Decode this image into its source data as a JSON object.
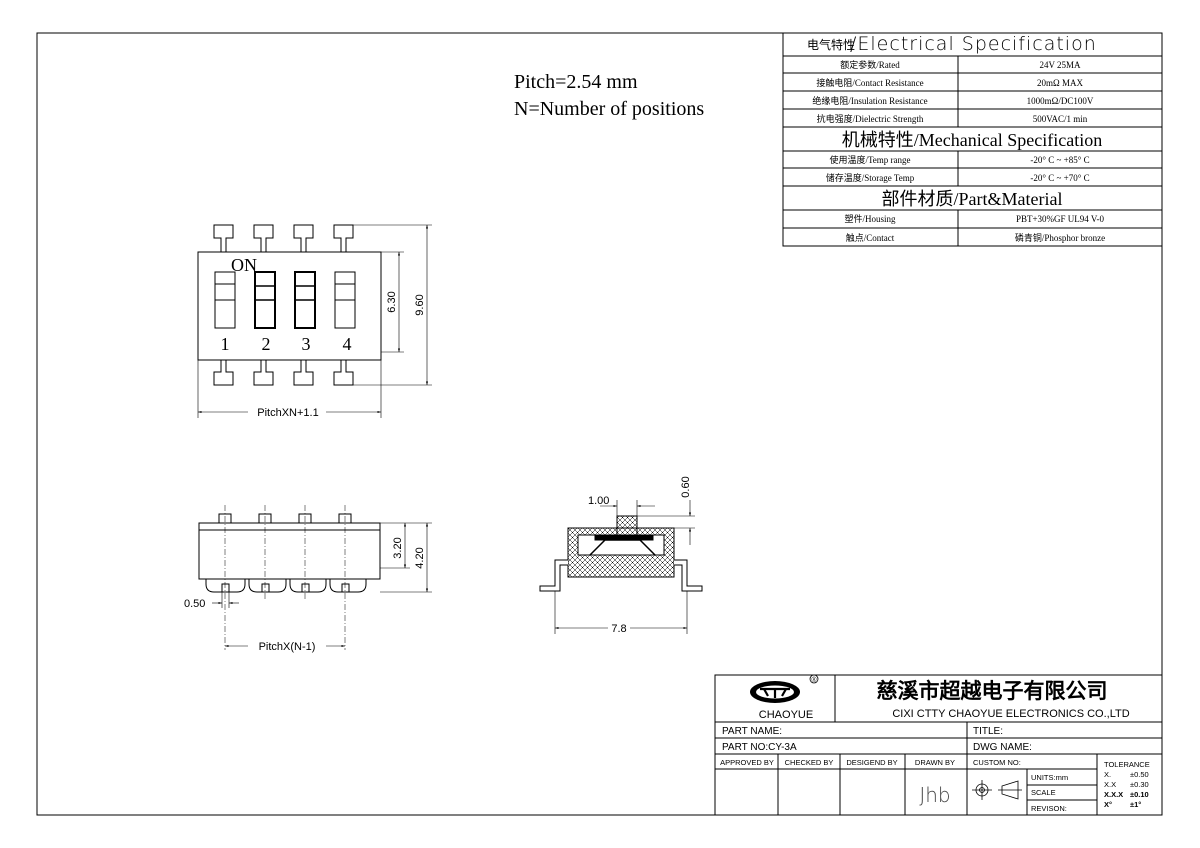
{
  "notes": {
    "pitch": "Pitch=2.54 mm",
    "positions": "N=Number of positions"
  },
  "spec_table": {
    "electrical_header_cn": "电气特性",
    "electrical_header_en": "/Electrical Specification",
    "electrical_rows": [
      {
        "label": "额定参数/Rated",
        "value": "24V 25MA"
      },
      {
        "label": "接触电阻/Contact Resistance",
        "value": "20mΩ MAX"
      },
      {
        "label": "绝缘电阻/Insulation Resistance",
        "value": "1000mΩ/DC100V"
      },
      {
        "label": "抗电强度/Dielectric Strength",
        "value": "500VAC/1 min"
      }
    ],
    "mechanical_header": "机械特性/Mechanical Specification",
    "mechanical_rows": [
      {
        "label": "使用温度/Temp range",
        "value": "-20° C ~ +85° C"
      },
      {
        "label": "储存温度/Storage Temp",
        "value": "-20° C ~ +70° C"
      }
    ],
    "material_header": "部件材质/Part&Material",
    "material_rows": [
      {
        "label": "塑件/Housing",
        "value": "PBT+30%GF  UL94  V-0"
      },
      {
        "label": "触点/Contact",
        "value": "磷青铜/Phosphor bronze"
      }
    ]
  },
  "top_view": {
    "on_label": "ON",
    "switch_numbers": [
      "1",
      "2",
      "3",
      "4"
    ],
    "dim_height_inner": "6.30",
    "dim_height_outer": "9.60",
    "dim_width": "PitchXN+1.1"
  },
  "front_view": {
    "dim_body_height": "3.20",
    "dim_total_height": "4.20",
    "dim_pin_width": "0.50",
    "dim_span": "PitchX(N-1)"
  },
  "side_view": {
    "dim_actuator_width": "1.00",
    "dim_actuator_height": "0.60",
    "dim_total_width": "7.8"
  },
  "title_block": {
    "brand": "CHAOYUE",
    "registered_mark": "®",
    "company_cn": "慈溪市超越电子有限公司",
    "company_en": "CIXI CTTY CHAOYUE ELECTRONICS CO.,LTD",
    "part_name_label": "PART NAME:",
    "title_label": "TITLE:",
    "part_no_label": "PART NO:CY-3A",
    "dwg_name_label": "DWG NAME:",
    "approved_by": "APPROVED BY",
    "checked_by": "CHECKED BY",
    "designed_by": "DESIGEND BY",
    "drawn_by": "DRAWN BY",
    "drawn_signature": "Jhb",
    "custom_no": "CUSTOM NO:",
    "units": "UNITS:mm",
    "scale": "SCALE",
    "revision": "REVISON:",
    "tolerance_title": "TOLERANCE",
    "tolerance_rows": [
      {
        "fmt": "X.",
        "val": "±0.50"
      },
      {
        "fmt": "X.X",
        "val": "±0.30"
      },
      {
        "fmt": "X.X.X",
        "val": "±0.10"
      },
      {
        "fmt": "X°",
        "val": "±1°"
      }
    ]
  }
}
